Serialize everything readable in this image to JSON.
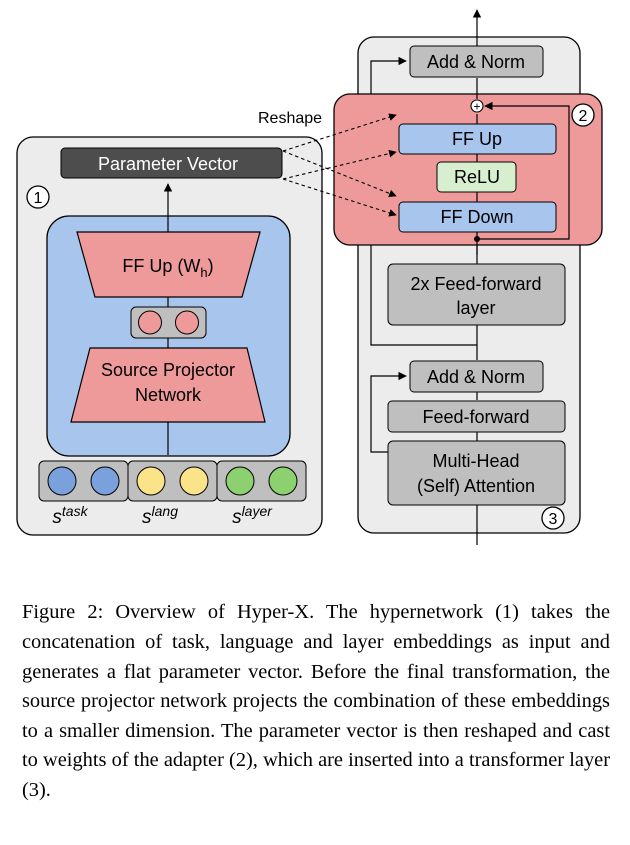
{
  "figure": {
    "hypernetwork": {
      "number": "1",
      "parameter_vector": "Parameter Vector",
      "ff_up": "FF Up (W",
      "ff_up_sub": "h",
      "ff_up_close": ")",
      "projector_line1": "Source Projector",
      "projector_line2": "Network",
      "embeddings": [
        {
          "base": "s",
          "sup": "task",
          "color": "#7aa1dc"
        },
        {
          "base": "s",
          "sup": "lang",
          "color": "#fbe38a"
        },
        {
          "base": "s",
          "sup": "layer",
          "color": "#8cd06f"
        }
      ]
    },
    "reshape_label": "Reshape",
    "adapter": {
      "number": "2",
      "plus": "+",
      "ff_up": "FF Up",
      "relu": "ReLU",
      "ff_down": "FF Down"
    },
    "transformer": {
      "number": "3",
      "add_norm_top": "Add & Norm",
      "feedforward_2x_line1": "2x Feed-forward",
      "feedforward_2x_line2": "layer",
      "add_norm_bottom": "Add & Norm",
      "feedforward": "Feed-forward",
      "mha_line1": "Multi-Head",
      "mha_line2": "(Self) Attention"
    },
    "colors": {
      "red": "#ef9a9a",
      "blue": "#a8c5ee",
      "green": "#d7efcf",
      "gray": "#bfbfbf",
      "dark": "#4d4d4d",
      "panel": "#ececec"
    }
  },
  "caption": "Figure 2: Overview of Hyper-X. The hypernetwork (1) takes the concatenation of task, language and layer embeddings as input and generates a flat parameter vector. Before the final transformation, the source projector network projects the combination of these embeddings to a smaller dimension. The parameter vector is then reshaped and cast to weights of the adapter (2), which are inserted into a transformer layer (3)."
}
